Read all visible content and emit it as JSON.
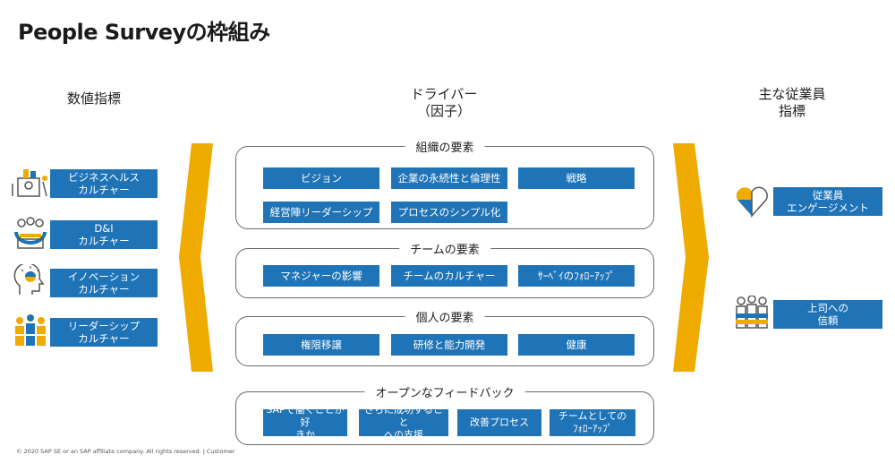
{
  "title": "People Surveyの枠組み",
  "headers": {
    "left": "数値指標",
    "center": "ドライバー\n（因子）",
    "right": "主な従業員\n指標"
  },
  "left_metrics": [
    {
      "label": "ビジネスヘルス\nカルチャー",
      "icon": "business-health-icon"
    },
    {
      "label": "D&I\nカルチャー",
      "icon": "diversity-people-icon"
    },
    {
      "label": "イノベーション\nカルチャー",
      "icon": "innovation-head-icon"
    },
    {
      "label": "リーダーシップ\nカルチャー",
      "icon": "leadership-people-icon"
    }
  ],
  "groups": [
    {
      "label": "組織の要素",
      "items": [
        "ビジョン",
        "企業の永続性と倫理性",
        "戦略",
        "経営陣リーダーシップ",
        "プロセスのシンプル化"
      ]
    },
    {
      "label": "チームの要素",
      "items": [
        "マネジャーの影響",
        "チームのカルチャー",
        "ｻｰﾍﾞｲのﾌｫﾛｰｱｯﾌﾟ"
      ]
    },
    {
      "label": "個人の要素",
      "items": [
        "権限移譲",
        "研修と能力開発",
        "健康"
      ]
    },
    {
      "label": "オープンなフィードバック",
      "items": [
        "SAPで働くことが好\nきか",
        "さらに成功すること\nへの支援",
        "改善プロセス",
        "チームとしての\nﾌｫﾛｰｱｯﾌﾟ"
      ]
    }
  ],
  "right_metrics": [
    {
      "label": "従業員\nエンゲージメント",
      "icon": "heart-icon"
    },
    {
      "label": "上司への\n信頼",
      "icon": "team-trust-icon"
    }
  ],
  "footer": "© 2020 SAP SE or an SAP affiliate company. All rights reserved.   ǀ   Customer",
  "colors": {
    "accent_blue": "#1f73b7",
    "chevron_yellow": "#f0ab00",
    "border_gray": "#6b6b6b"
  }
}
